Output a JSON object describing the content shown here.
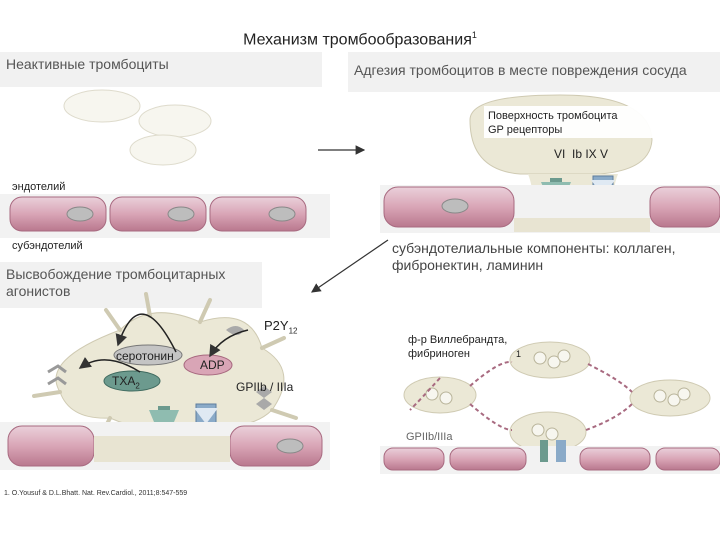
{
  "title": "Механизм тромбообразования",
  "title_sup": "1",
  "panels": {
    "inactive": "Неактивные тромбоциты",
    "adhesion": "Адгезия тромбоцитов в месте повреждения сосуда",
    "release": "Высвобождение тромбоцитарных агонистов"
  },
  "labels": {
    "endothelium": "эндотелий",
    "subendothelium": "субэндотелий",
    "surface_line1": "Поверхность тромбоцита",
    "surface_line2": "GP рецепторы",
    "receptors": "VI  Ib IX V",
    "subendo_components": "субэндотелиальные компоненты: коллаген, фибронектин, ламинин",
    "vwf": "ф-р Виллебрандта, фибриноген",
    "gpiib_right": "GPIIb/IIIa",
    "p2y12": "P2Y",
    "p2y12_sub": "12",
    "serotonin": "серотонин",
    "adp": "ADP",
    "txa": "TXA",
    "txa_sub": "2",
    "gpiib_left": "GPIIb / IIIa",
    "marker_1": "1"
  },
  "reference": "1. O.Yousuf & D.L.Bhatt. Nat. Rev.Cardiol., 2011;8:547-559",
  "colors": {
    "cell_fill": "#d9a5b6",
    "cell_stroke": "#a86a80",
    "nucleus": "#bdbdbd",
    "platelet": "#ebe8d6",
    "receptor_teal": "#6c9a8e",
    "receptor_blue": "#8aaac8",
    "band": "#f1f1f1"
  },
  "icons": [
    "arrow-right-icon",
    "arrow-down-left-icon",
    "circular-arrow-icon"
  ]
}
